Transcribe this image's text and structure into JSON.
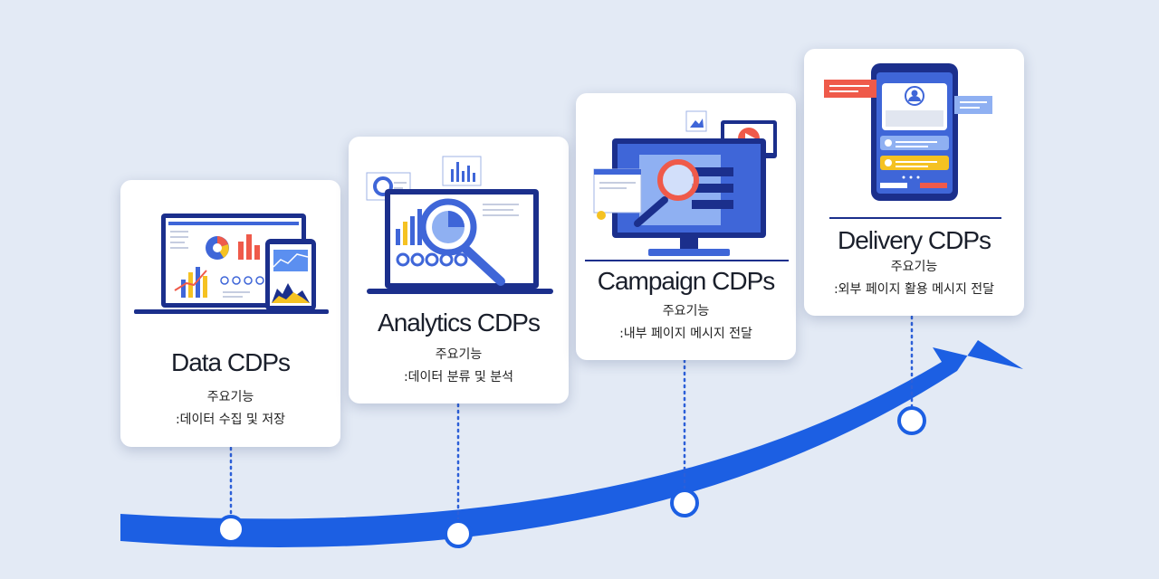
{
  "stages": [
    {
      "title": "Data CDPs",
      "feature_label": "주요기능",
      "feature_desc": ":데이터 수집 및 저장"
    },
    {
      "title": "Analytics CDPs",
      "feature_label": "주요기능",
      "feature_desc": ":데이터 분류 및 분석"
    },
    {
      "title": "Campaign CDPs",
      "feature_label": "주요기능",
      "feature_desc": ":내부 페이지 메시지 전달"
    },
    {
      "title": "Delivery CDPs",
      "feature_label": "주요기능",
      "feature_desc": ":외부 페이지 활용 메시지 전달"
    }
  ],
  "colors": {
    "background": "#e3eaf5",
    "arrow": "#1c5fe3",
    "navy": "#1b2f8c",
    "connector": "#2c5fd8",
    "accent_red": "#ef5a4a",
    "accent_yellow": "#f5c222"
  }
}
